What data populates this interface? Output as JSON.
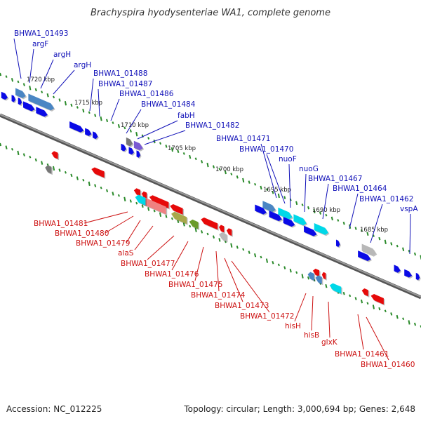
{
  "title": "Brachyspira hyodysenteriae WA1, complete genome",
  "footer": {
    "accession": "Accession: NC_012225",
    "stats": "Topology: circular; Length: 3,000,694 bp; Genes: 2,648"
  },
  "colors": {
    "plus_strand": "#0a0ae6",
    "minus_strand": "#e60a0a",
    "backbone": "#808080",
    "gc_ticks": "#2a8a2a",
    "top_labels": "#1010b8",
    "bottom_labels": "#cc1010"
  },
  "kbp_marks": [
    "1720 kbp",
    "1715 kbp",
    "1710 kbp",
    "1705 kbp",
    "1700 kbp",
    "1695 kbp",
    "1690 kbp",
    "1685 kbp"
  ],
  "top_labels": [
    "BHWA1_01493",
    "argF",
    "argH",
    "argH",
    "BHWA1_01488",
    "BHWA1_01487",
    "BHWA1_01486",
    "BHWA1_01484",
    "fabH",
    "BHWA1_01482",
    "BHWA1_01471",
    "BHWA1_01470",
    "nuoF",
    "nuoG",
    "BHWA1_01467",
    "BHWA1_01464",
    "BHWA1_01462",
    "vspA"
  ],
  "bottom_labels": [
    "BHWA1_01481",
    "BHWA1_01480",
    "BHWA1_01479",
    "alaS",
    "BHWA1_01477",
    "BHWA1_01476",
    "BHWA1_01475",
    "BHWA1_01474",
    "BHWA1_01473",
    "BHWA1_01472",
    "hisH",
    "hisB",
    "glxK",
    "BHWA1_01461",
    "BHWA1_01460"
  ]
}
